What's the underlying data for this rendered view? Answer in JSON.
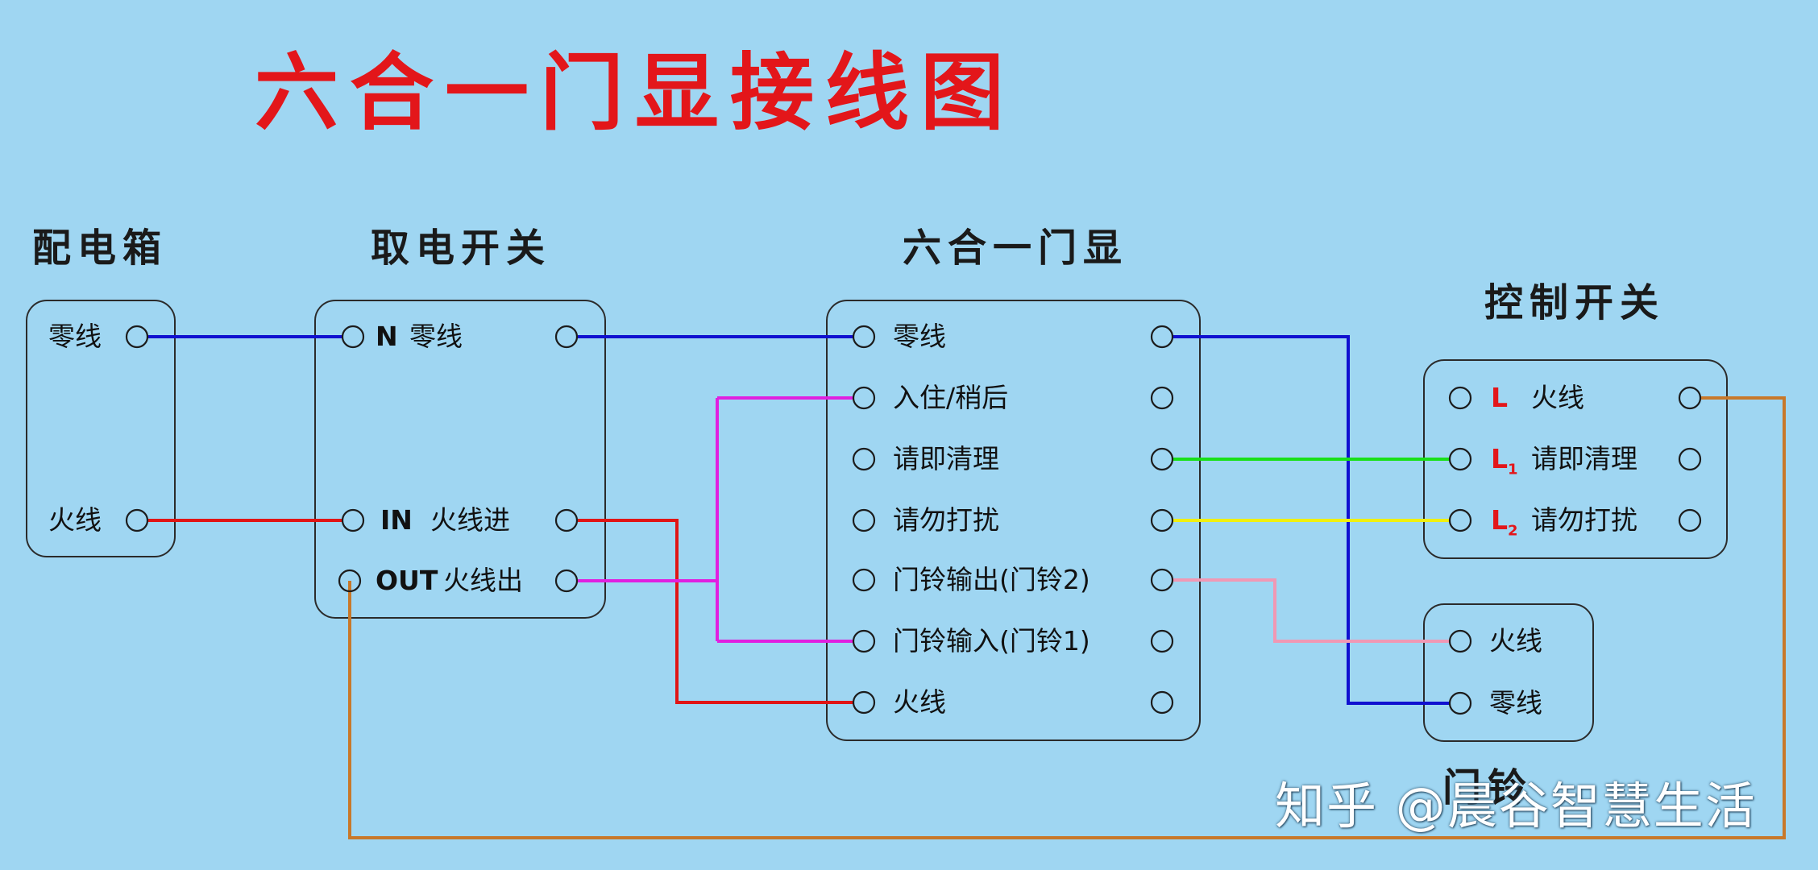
{
  "title": "六合一门显接线图",
  "headings": {
    "distribution_box": "配电箱",
    "power_switch": "取电开关",
    "door_display": "六合一门显",
    "control_switch": "控制开关",
    "lower_box": "门铃"
  },
  "distribution_box": {
    "neutral": "零线",
    "live": "火线"
  },
  "power_switch": {
    "n_prefix": "N",
    "neutral": "零线",
    "in_prefix": "IN",
    "live_in": "火线进",
    "out_prefix": "OUT",
    "live_out": "火线出"
  },
  "door_display": {
    "neutral": "零线",
    "occupied": "入住/稍后",
    "clean": "请即清理",
    "dnd": "请勿打扰",
    "bell_out": "门铃输出(门铃2)",
    "bell_in": "门铃输入(门铃1)",
    "live": "火线"
  },
  "control_switch": {
    "l_prefix": "L",
    "live": "火线",
    "l1_prefix": "L",
    "l1_sub": "1",
    "clean": "请即清理",
    "l2_prefix": "L",
    "l2_sub": "2",
    "dnd": "请勿打扰"
  },
  "doorbell": {
    "live": "火线",
    "neutral": "零线"
  },
  "watermark": "知乎 @晨谷智慧生活",
  "colors": {
    "neutral_wire": "#1010d0",
    "live_wire": "#e01515",
    "switched_live_wire": "#e020e0",
    "clean_wire": "#18e018",
    "dnd_wire": "#f0f010",
    "bell_wire": "#f098b4",
    "control_feed_wire": "#c8782a",
    "title": "#e3161a",
    "background": "#9fd6f2"
  }
}
